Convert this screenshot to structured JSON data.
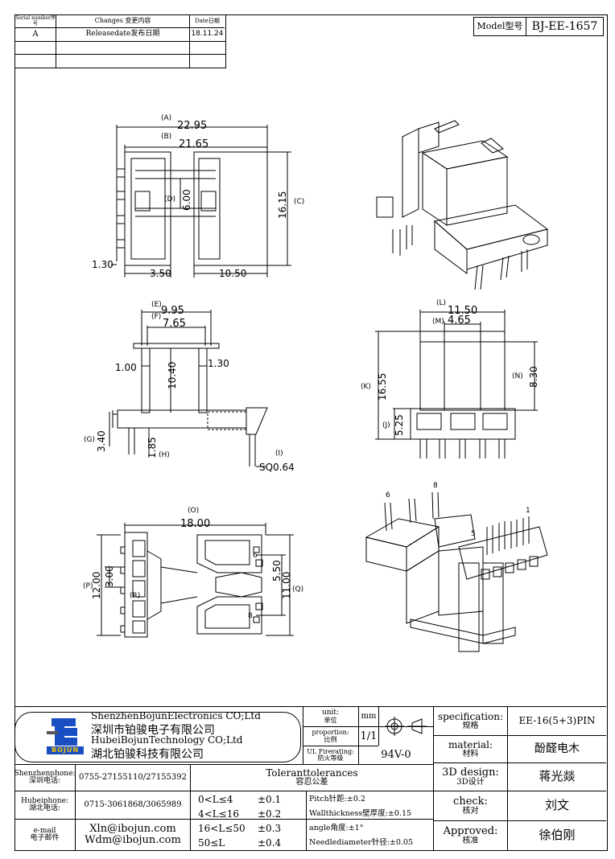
{
  "changes": {
    "headers": [
      "Serial number序号",
      "Changes 变更内容",
      "Date日期"
    ],
    "rows": [
      [
        "A",
        "Releasedate发布日期",
        "18.11.24"
      ]
    ]
  },
  "model": {
    "label": "Model型号",
    "value": "BJ-EE-1657"
  },
  "dims": {
    "top": {
      "A": "(A)",
      "a": "22.95",
      "B": "(B)",
      "b": "21.65",
      "C": "(C)",
      "c": "16.15",
      "D": "(D)",
      "d": "6.00",
      "e130": "1.30",
      "e350": "3.50",
      "e1050": "10.50"
    },
    "side": {
      "E": "(E)",
      "e": "9.95",
      "F": "(F)",
      "f": "7.65",
      "g100": "1.00",
      "g1040": "10.40",
      "g130": "1.30",
      "G": "(G)",
      "g": "3.40",
      "H": "(H)",
      "h": "1.85",
      "I": "(I)",
      "i": "SQ0.64"
    },
    "front": {
      "L": "(L)",
      "l": "11.50",
      "M": "(M)",
      "m": "4.65",
      "K": "(K)",
      "k": "16.55",
      "N": "(N)",
      "n": "8.30",
      "J": "(J)",
      "j": "5.25"
    },
    "bottom": {
      "O": "(O)",
      "o": "18.00",
      "P": "(P)",
      "p": "12.00",
      "pp": "3.00",
      "R": "(R)",
      "q": "5.50",
      "Q": "(Q)",
      "qq": "11.00",
      "pin6": "6",
      "pin8": "8"
    },
    "iso": {
      "pin6": "6",
      "pin8": "8",
      "pin1": "1",
      "pin5": "5"
    }
  },
  "title_block": {
    "company1_en": "ShenzhenBojunElectronics CO;Ltd",
    "company1_cn": "深圳市铂骏电子有限公司",
    "company2_en": "HubeiBojunTechnology CO;Ltd",
    "company2_cn": "湖北铂骏科技有限公司",
    "logo_text": "BOJUN",
    "unit_label": "unit:",
    "unit_label_cn": "单位",
    "unit_value": "mm",
    "proportion_label": "proportion:",
    "proportion_label_cn": "比例",
    "proportion_value": "1/1",
    "ul_label": "UL Firerating:",
    "ul_label_cn": "防火等级",
    "ul_value": "94V-0",
    "spec_label": "specification:",
    "spec_label_cn": "规格",
    "spec_value": "EE-16(5+3)PIN",
    "material_label": "material:",
    "material_label_cn": "材料",
    "material_value": "酚醛电木",
    "design_label": "3D design:",
    "design_label_cn": "3D设计",
    "design_value": "蒋光燚",
    "check_label": "check:",
    "check_label_cn": "核对",
    "check_value": "刘文",
    "approved_label": "Approved:",
    "approved_label_cn": "核准",
    "approved_value": "徐伯刚",
    "sz_phone_label": "Shenzhenphone:",
    "sz_phone_label_cn": "深圳电话:",
    "sz_phone": "0755-27155110/27155392",
    "hb_phone_label": "Hubeiphone:",
    "hb_phone_label_cn": "湖北电话:",
    "hb_phone": "0715-3061868/3065989",
    "email_label": "e-mail",
    "email_label_cn": "电子邮件",
    "email1": "Xln@ibojun.com",
    "email2": "Wdm@ibojun.com",
    "tol_title": "Toleranttolerances",
    "tol_title_cn": "容忍公差",
    "tolerances": [
      {
        "range": "0<L≤4",
        "value": "±0.1"
      },
      {
        "range": "4<L≤16",
        "value": "±0.2"
      },
      {
        "range": "16<L≤50",
        "value": "±0.3"
      },
      {
        "range": "50≤L",
        "value": "±0.4"
      }
    ],
    "notes": [
      "Pitch针距:±0.2",
      "Wallthickness壁厚度:±0.15",
      "angle角度:±1°",
      "Needlediameter针径:±0.05"
    ]
  }
}
